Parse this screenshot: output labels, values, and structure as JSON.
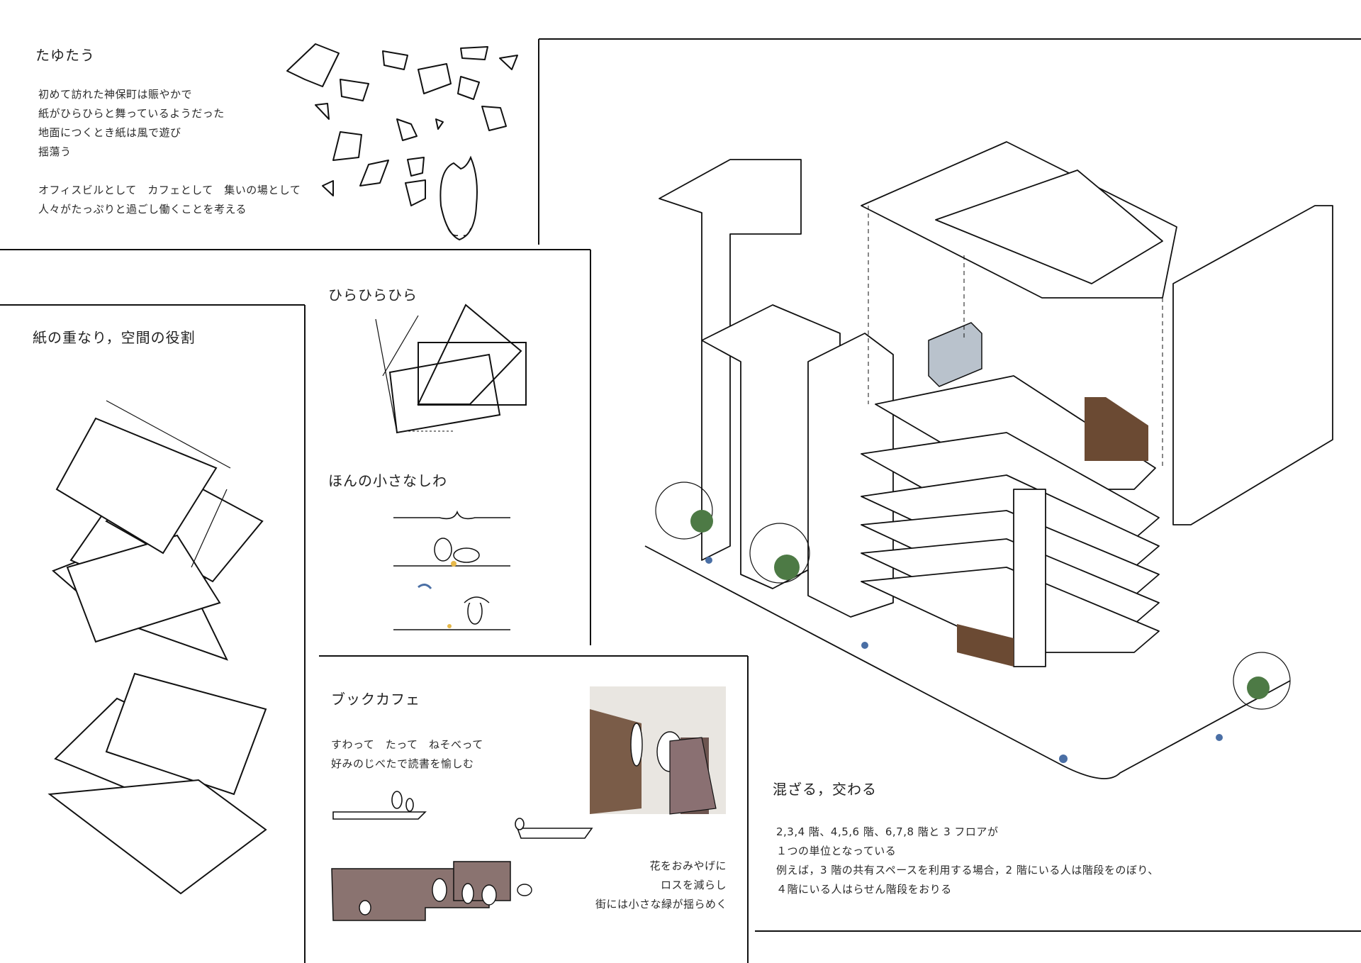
{
  "intro": {
    "title": "たゆたう",
    "lines": [
      "初めて訪れた神保町は賑やかで",
      "紙がひらひらと舞っているようだった",
      "地面につくとき紙は風で遊び",
      "揺蕩う",
      "",
      "オフィスビルとして　カフェとして　集いの場として",
      "人々がたっぷりと過ごし働くことを考える"
    ]
  },
  "paper_panel": {
    "title": "紙の重なり，空間の役割"
  },
  "hira_panel": {
    "title": "ひらひらひら",
    "subtitle": "ほんの小さなしわ"
  },
  "cafe_panel": {
    "title": "ブックカフェ",
    "lines": [
      "すわって　たって　ねそべって",
      "好みのじべたで読書を愉しむ"
    ],
    "flower_lines": [
      "花をおみやげに",
      "ロスを減らし",
      "街には小さな緑が揺らめく"
    ]
  },
  "mix_panel": {
    "title": "混ざる，交わる",
    "lines": [
      "2,3,4 階、4,5,6 階、6,7,8 階と 3 フロアが",
      "１つの単位となっている",
      "例えば，3 階の共有スペースを利用する場合，2 階にいる人は階段をのぼり、",
      "４階にいる人はらせん階段をおりる"
    ]
  },
  "colors": {
    "ink": "#111111",
    "wood": "#6b4a33",
    "glass": "#b9c2cc",
    "tree": "#4d7a45",
    "flower": "#4a6fa5"
  }
}
